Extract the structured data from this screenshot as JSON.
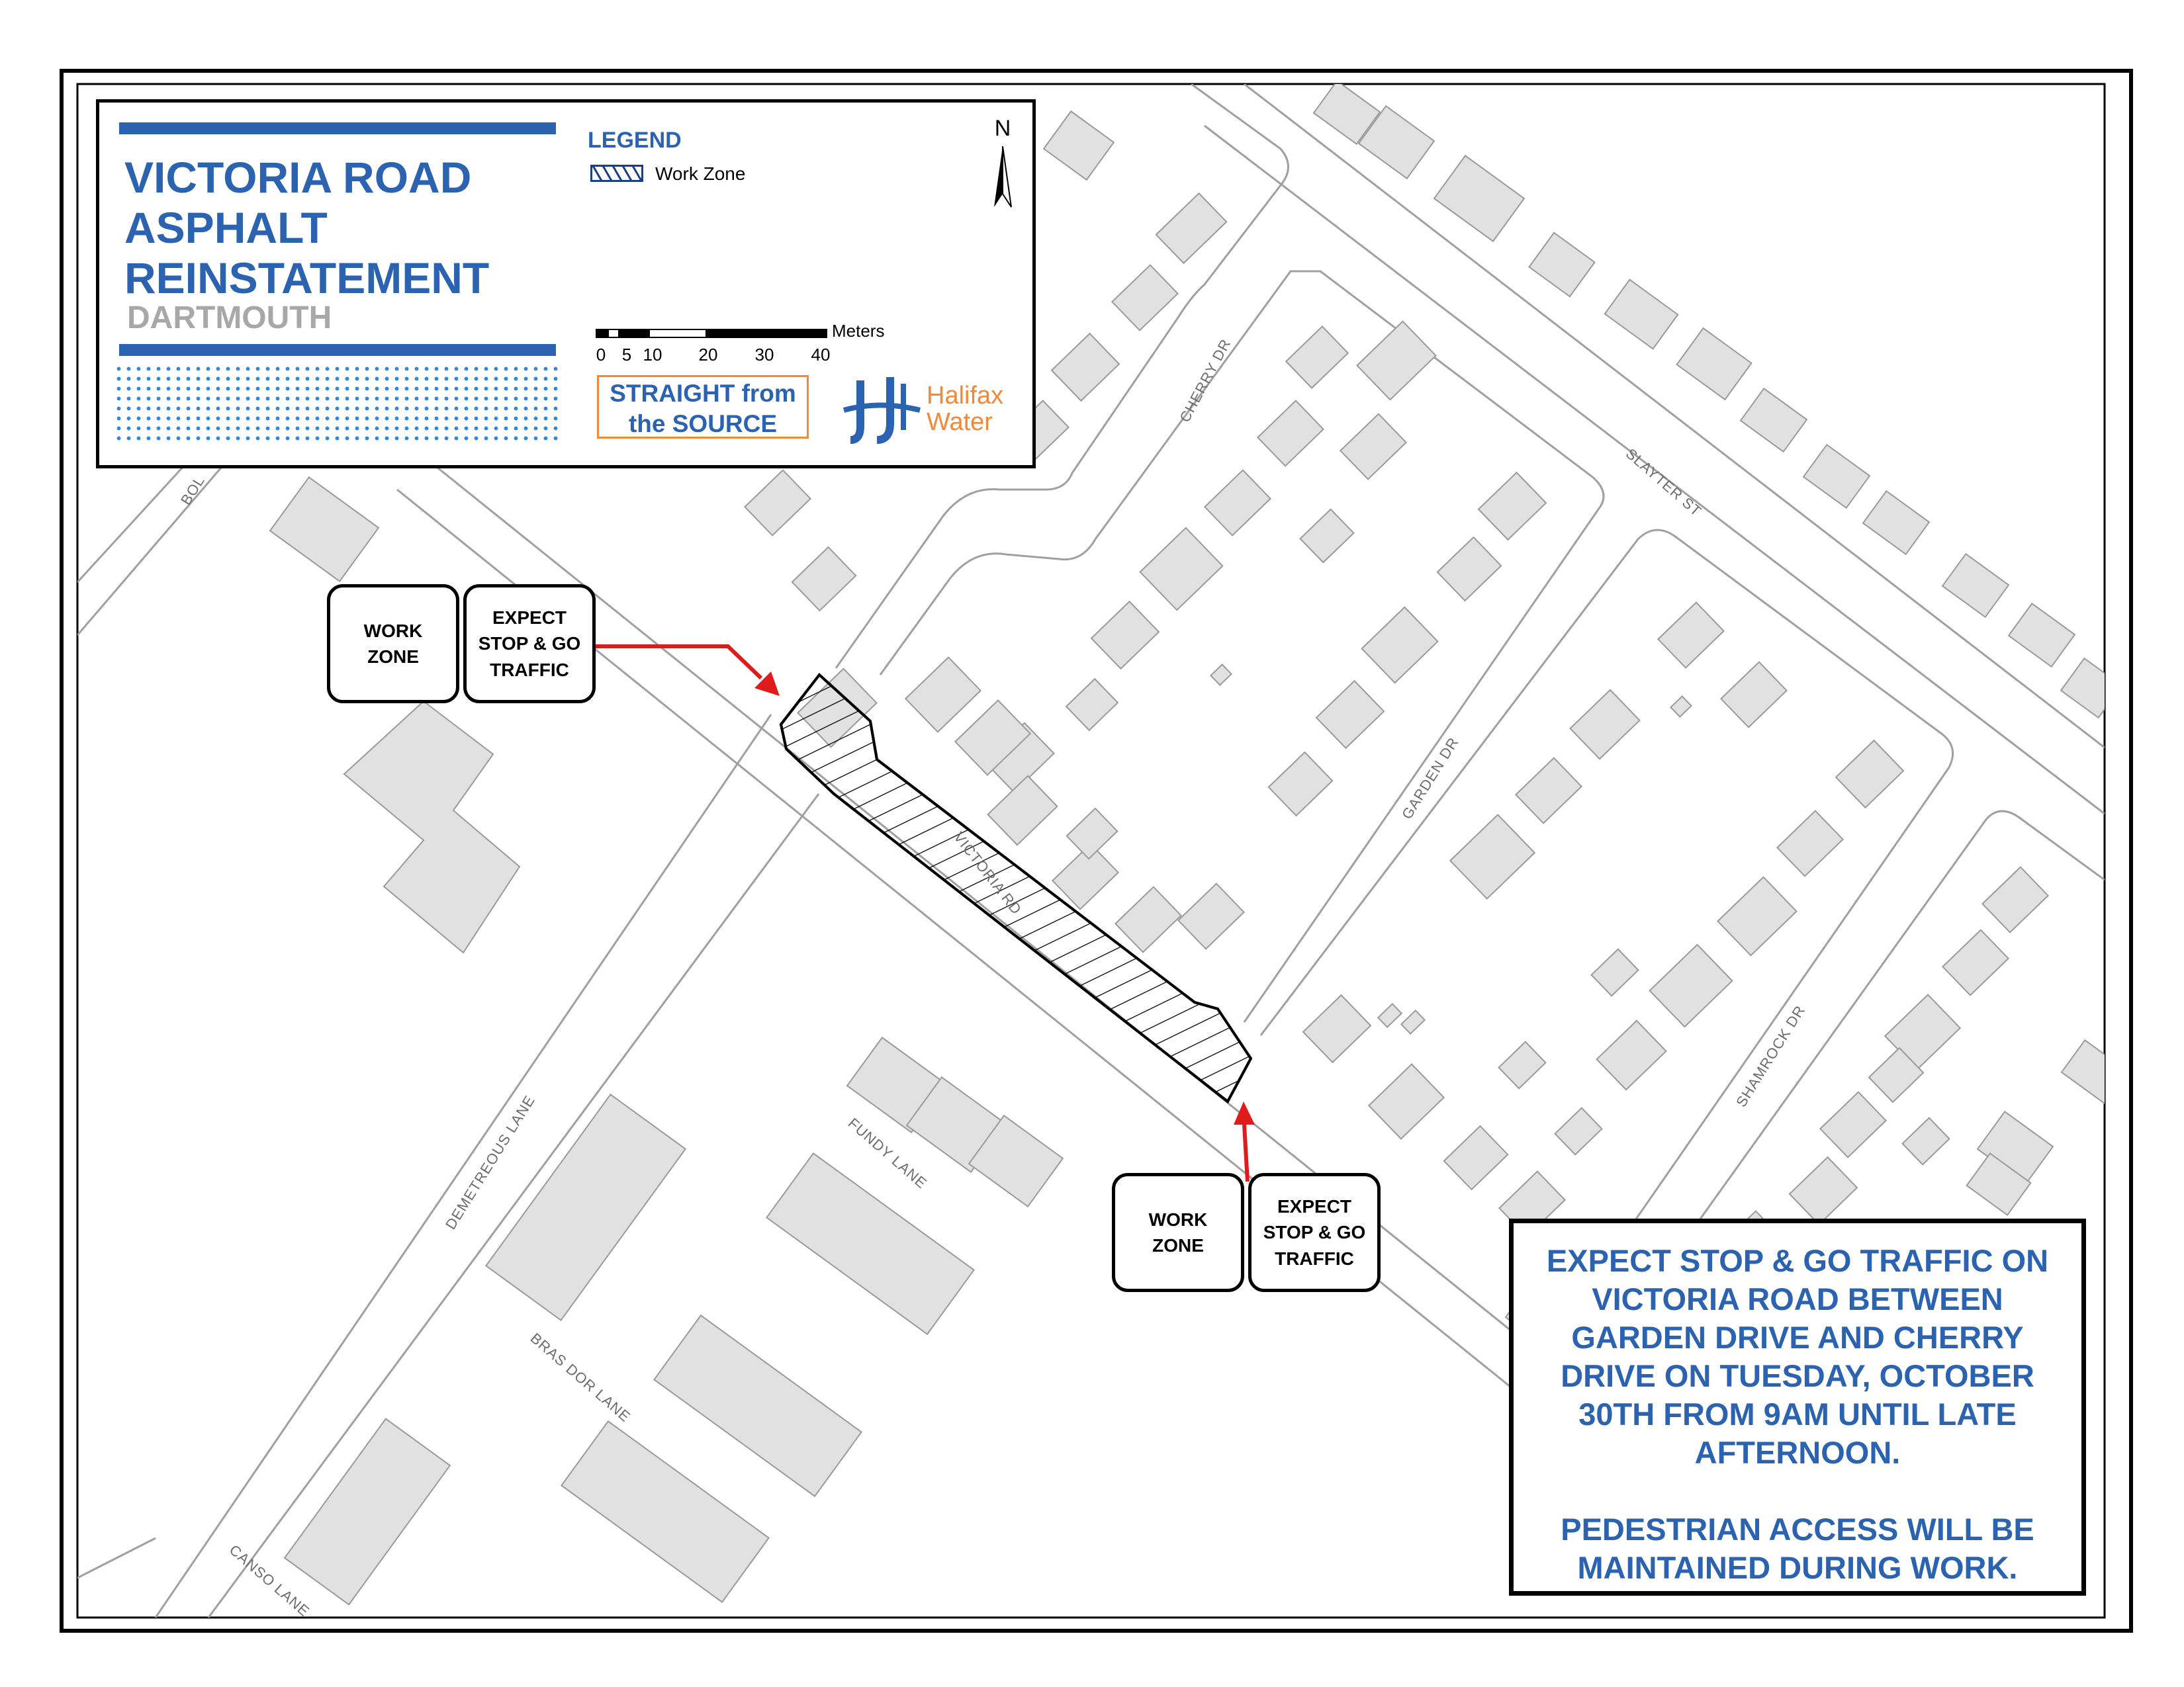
{
  "title": {
    "line1": "VICTORIA ROAD",
    "line2": "ASPHALT",
    "line3": "REINSTATEMENT",
    "subtitle": "DARTMOUTH"
  },
  "legend": {
    "title": "LEGEND",
    "items": [
      {
        "label": "Work Zone",
        "pattern": "hatched"
      }
    ]
  },
  "scale": {
    "unit": "Meters",
    "ticks": [
      "0",
      "5",
      "10",
      "20",
      "30",
      "40"
    ]
  },
  "north_arrow": {
    "label": "N",
    "icon": "north-arrow-icon"
  },
  "brand_logo": {
    "line1": "STRAIGHT from",
    "line2": "the SOURCE",
    "border_color": "#f08a3a",
    "text_color": "#2b63b0"
  },
  "org_logo": {
    "line1": "Halifax",
    "line2": "Water",
    "icon": "halifax-water-logo-icon",
    "colors": {
      "mark": "#2b63b0",
      "text": "#f08a3a"
    }
  },
  "streets": [
    {
      "label": "VICTORIA RD"
    },
    {
      "label": "CHERRY DR"
    },
    {
      "label": "SLAYTER ST"
    },
    {
      "label": "GARDEN DR"
    },
    {
      "label": "SHAMROCK DR"
    },
    {
      "label": "DEMETREOUS LANE"
    },
    {
      "label": "FUNDY LANE"
    },
    {
      "label": "BRAS DOR LANE"
    },
    {
      "label": "CANSO LANE"
    },
    {
      "label": "BOL"
    }
  ],
  "callouts": [
    {
      "left_text": "WORK\nZONE",
      "right_text": "EXPECT\nSTOP & GO\nTRAFFIC"
    },
    {
      "left_text": "WORK\nZONE",
      "right_text": "EXPECT\nSTOP & GO\nTRAFFIC"
    }
  ],
  "notice": {
    "paragraph1": "EXPECT STOP & GO TRAFFIC ON VICTORIA ROAD BETWEEN GARDEN DRIVE AND CHERRY DRIVE ON TUESDAY, OCTOBER 30TH FROM 9AM UNTIL LATE AFTERNOON.",
    "paragraph2": "PEDESTRIAN ACCESS WILL BE MAINTAINED DURING WORK."
  },
  "colors": {
    "title_blue": "#2b63b0",
    "subtitle_gray": "#a8a8a8",
    "building_fill": "#e1e1e1",
    "building_stroke": "#9a9a9a",
    "road_edge": "#9d9d9d",
    "arrow_red": "#e01b1b",
    "work_zone_hatch": "#000000"
  }
}
